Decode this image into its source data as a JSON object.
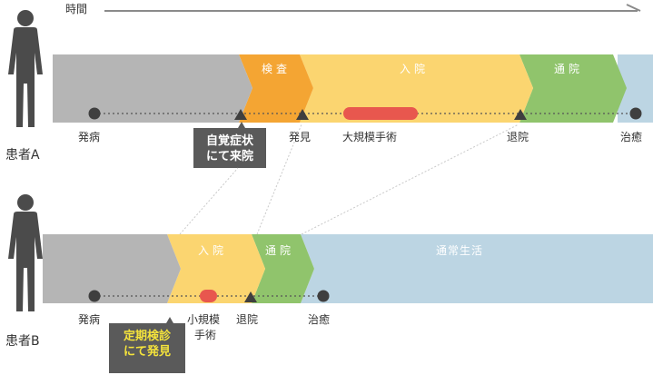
{
  "time_label": "時間",
  "colors": {
    "gray": "#b5b5b5",
    "orange": "#f4a533",
    "yellow": "#fbd570",
    "green": "#90c46c",
    "blue": "#bcd5e3",
    "red": "#e8574e",
    "callout_bg": "#5a5a5a",
    "callout_text_b": "#f4e33c"
  },
  "patient_a": {
    "name": "患者A",
    "stages": [
      "検査",
      "入院",
      "通院"
    ],
    "markers": [
      "発病",
      "発見",
      "大規模手術",
      "退院",
      "治癒"
    ],
    "callout": [
      "自覚症状",
      "にて来院"
    ]
  },
  "patient_b": {
    "name": "患者B",
    "stages": [
      "入院",
      "通院",
      "通常生活"
    ],
    "markers": [
      "発病",
      "小規模",
      "手術",
      "退院",
      "治癒"
    ],
    "callout": [
      "定期検診",
      "にて発見"
    ]
  }
}
